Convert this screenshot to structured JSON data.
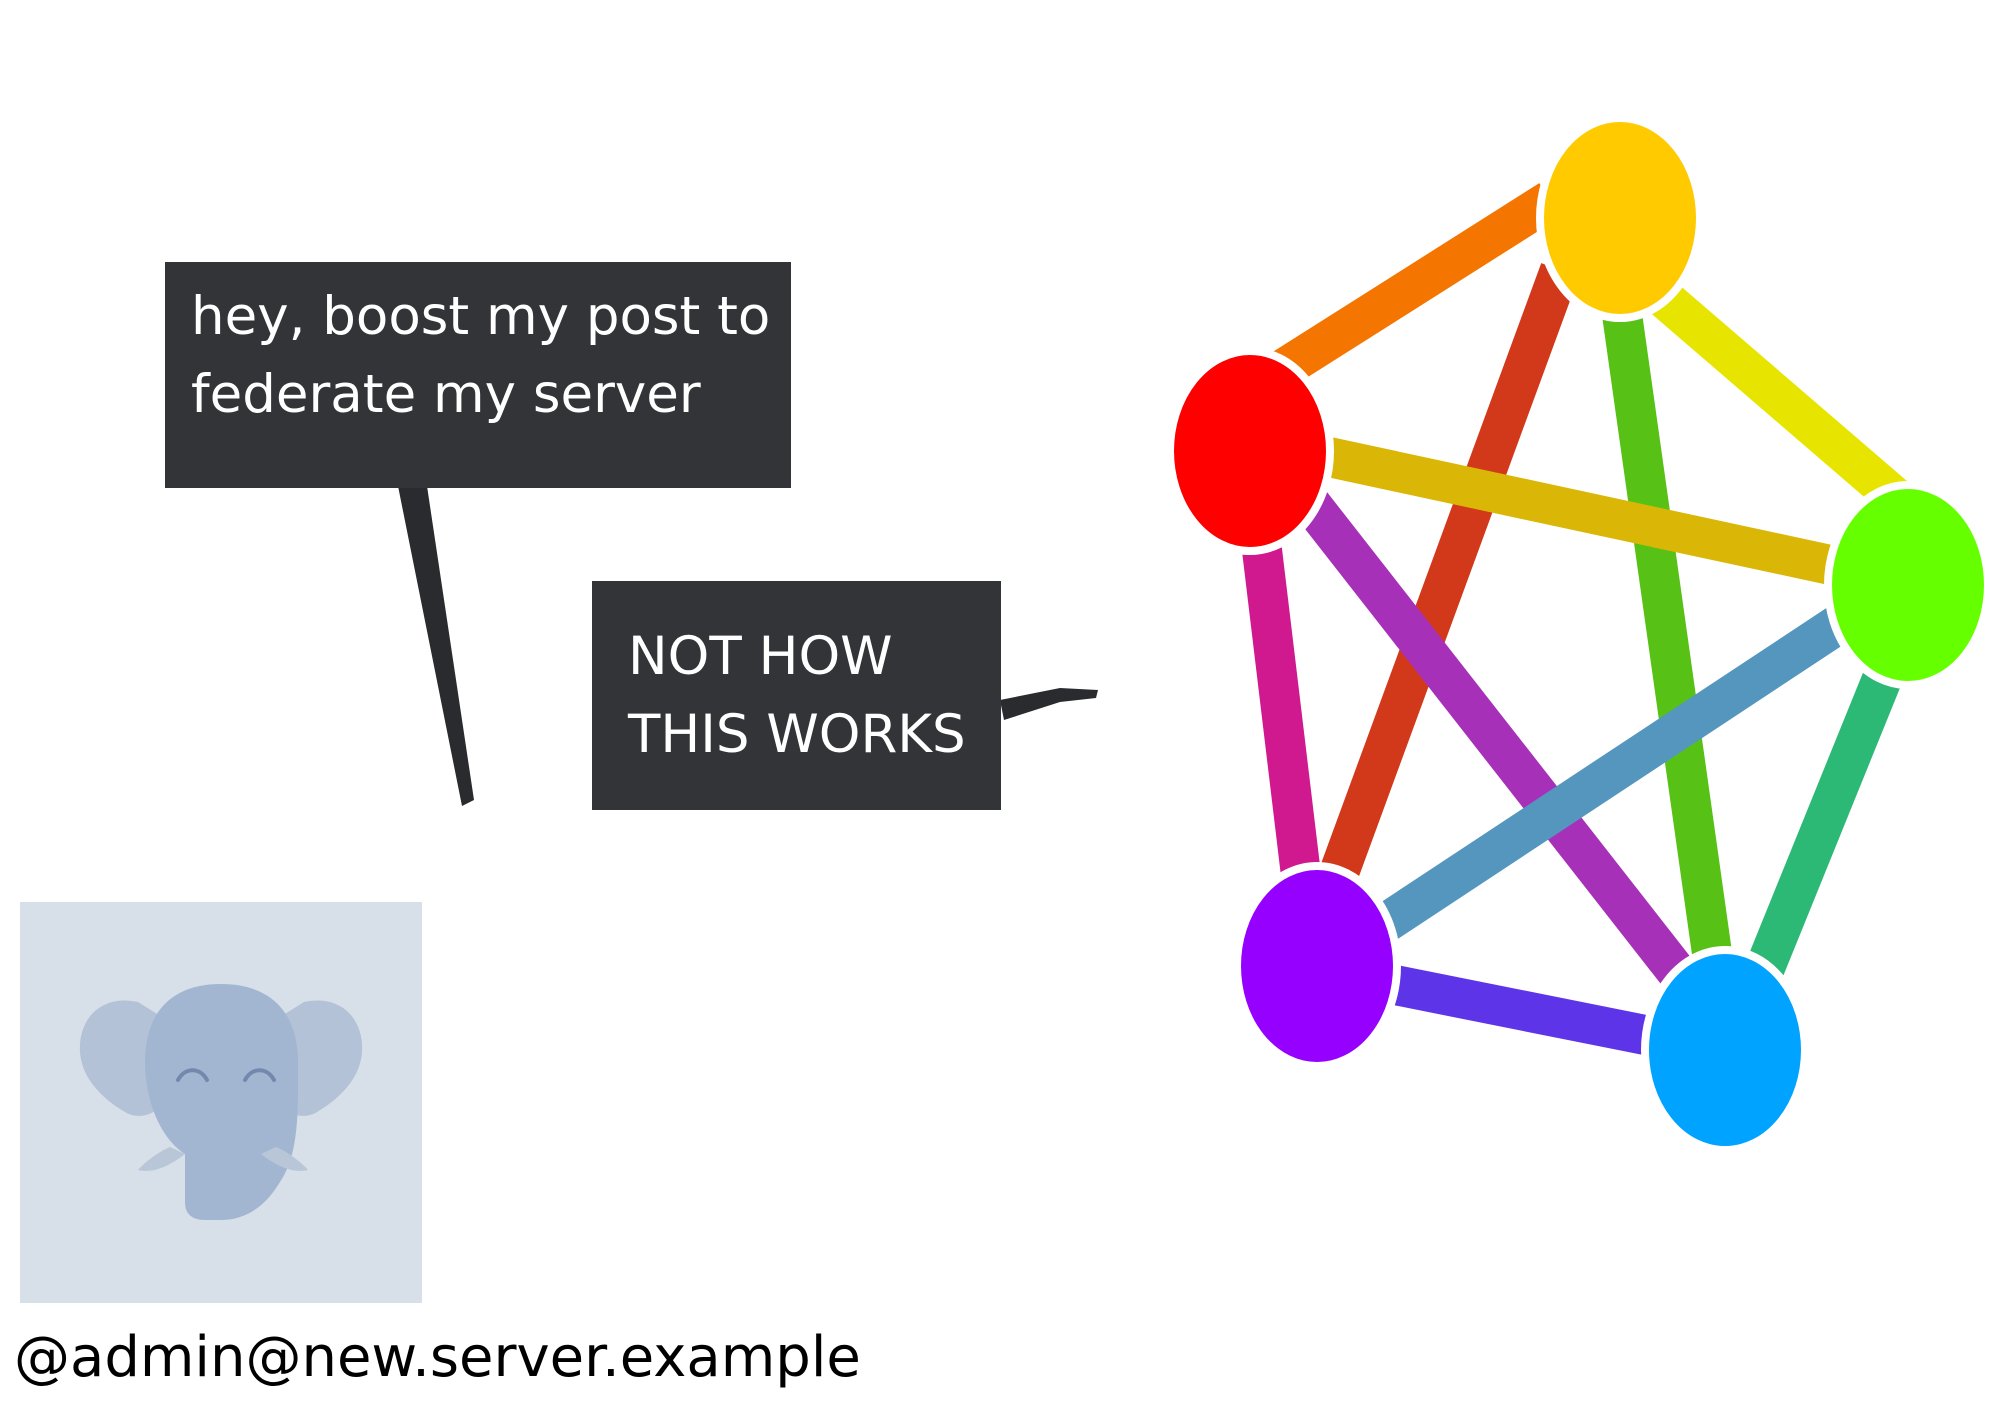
{
  "speech": {
    "left_bubble": {
      "lines": [
        "hey, boost my post to",
        "federate my server"
      ]
    },
    "right_bubble": {
      "lines": [
        "NOT HOW",
        "THIS WORKS"
      ]
    }
  },
  "user": {
    "handle": "@admin@new.server.example",
    "avatar_icon": "mastodon-default-avatar-icon"
  },
  "logo": {
    "icon": "fediverse-logo-icon",
    "node_colors": [
      "#ffca00",
      "#ff0000",
      "#66ff00",
      "#9500ff",
      "#00a3ff"
    ],
    "edge_colors": [
      "#f47601",
      "#e7e500",
      "#57c115",
      "#d0188f",
      "#2cb875",
      "#5e34e8",
      "#d2391a",
      "#dab707",
      "#a730b8",
      "#5496be"
    ]
  },
  "colors": {
    "bubble_bg": "#323438",
    "bubble_text": "#ffffff",
    "avatar_bg": "#d7dfe8"
  }
}
